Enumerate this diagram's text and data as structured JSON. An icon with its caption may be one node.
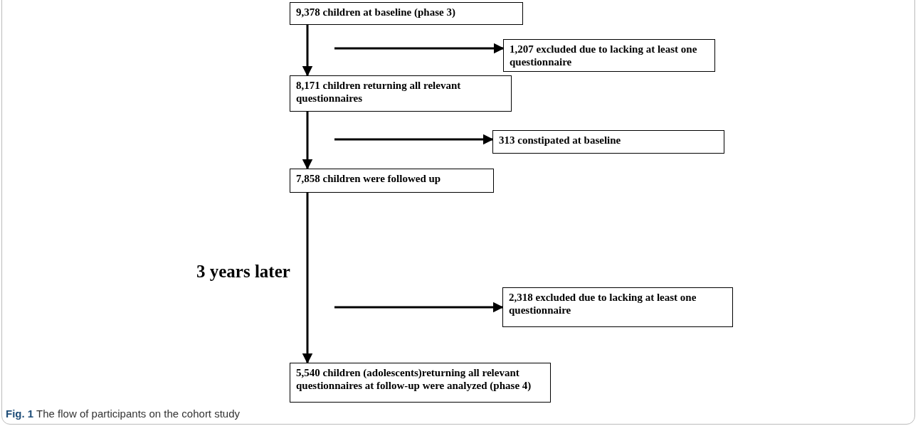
{
  "diagram": {
    "caption": "**Fig. 1** The flow of participants on the cohort study",
    "nodes": [
      {
        "text": [
          "9,378 children at baseline (phase 3)"
        ]
      },
      {
        "text": [
          "1,207 excluded due to lacking at least one questionnaire"
        ]
      },
      {
        "text": [
          "8,171 children returning all relevant questionnaires"
        ]
      },
      {
        "text": [
          "313 constipated at baseline"
        ]
      },
      {
        "text": [
          "7,858 children were followed up"
        ]
      },
      {
        "text": [
          "2,318 excluded due to lacking at least one questionnaire"
        ]
      },
      {
        "text": [
          "5,540 children (adolescents)returning all relevant questionnaires at follow-up were analyzed (phase 4)"
        ]
      }
    ],
    "edges": [
      {
        "from": 0,
        "to": 2,
        "arrow": "to"
      },
      {
        "from": null,
        "to": 1,
        "arrow": "to"
      },
      {
        "from": 2,
        "to": 4,
        "arrow": "to"
      },
      {
        "from": null,
        "to": 3,
        "arrow": "to"
      },
      {
        "from": 4,
        "to": 6,
        "arrow": "to"
      },
      {
        "from": null,
        "to": 5,
        "arrow": "to"
      }
    ],
    "labels": [
      "3 years later"
    ]
  }
}
